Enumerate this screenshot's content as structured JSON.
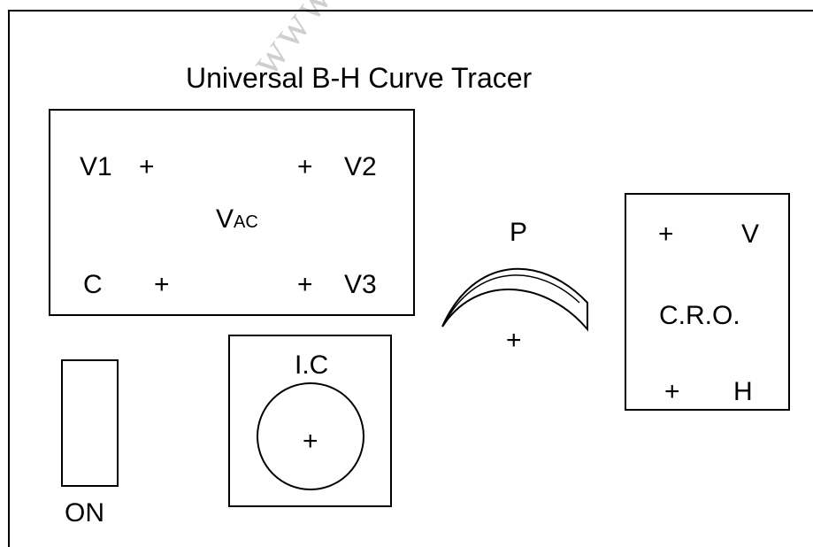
{
  "title": "Universal B-H Curve Tracer",
  "watermark": "www.vtu",
  "vac_panel": {
    "v1": "V1",
    "v2": "V2",
    "v3": "V3",
    "c": "C",
    "vac_main": "V",
    "vac_sub": "AC",
    "plus": "+"
  },
  "switch_label": "ON",
  "ic_label": "I.C",
  "p_label": "P",
  "cro": {
    "label": "C.R.O.",
    "v": "V",
    "h": "H"
  },
  "plus": "+"
}
